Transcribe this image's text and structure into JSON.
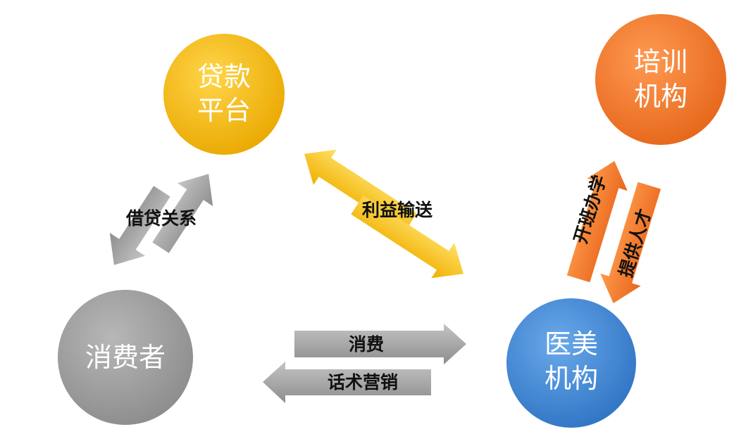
{
  "nodes": {
    "loan_platform": {
      "line1": "贷款",
      "line2": "平台",
      "color": "#f5b400"
    },
    "training": {
      "line1": "培训",
      "line2": "机构",
      "color": "#f07a2a"
    },
    "consumer": {
      "line1": "消费者",
      "color": "#9e9e9e"
    },
    "medical_beauty": {
      "line1": "医美",
      "line2": "机构",
      "color": "#3f86d6"
    }
  },
  "edges": {
    "lending": {
      "label": "借贷关系",
      "color": "#9a9a9a"
    },
    "kickback": {
      "label": "利益输送",
      "color": "#f5b800"
    },
    "run_classes": {
      "label": "开班办学",
      "color": "#f07a2a"
    },
    "supply_talent": {
      "label": "提供人才",
      "color": "#f07a2a"
    },
    "consumption": {
      "label": "消费",
      "color": "#9e9e9e"
    },
    "marketing": {
      "label": "话术营销",
      "color": "#9e9e9e"
    }
  }
}
